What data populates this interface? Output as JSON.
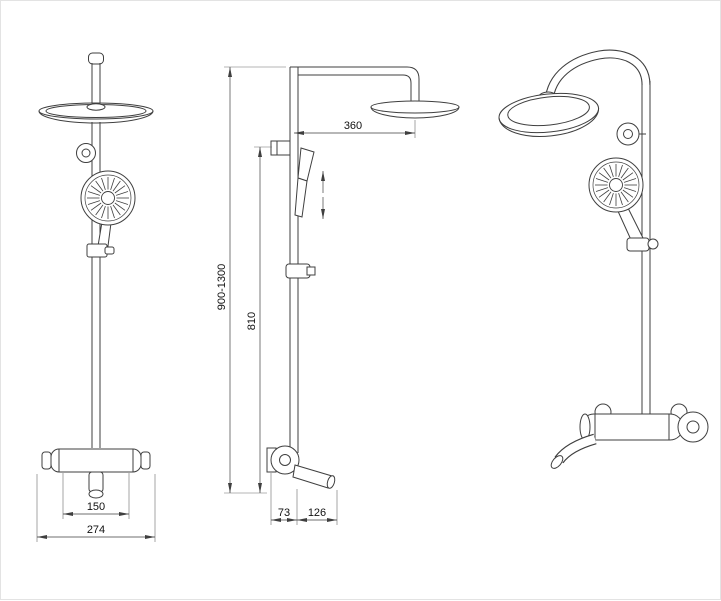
{
  "diagram": {
    "ink_color": "#3f3f3f",
    "dimensions": {
      "arm_reach": "360",
      "overall_height": "900-1300",
      "rail_height": "810",
      "inlet_centers": "150",
      "mixer_width": "274",
      "wall_offset": "73",
      "spout_reach": "126"
    }
  }
}
